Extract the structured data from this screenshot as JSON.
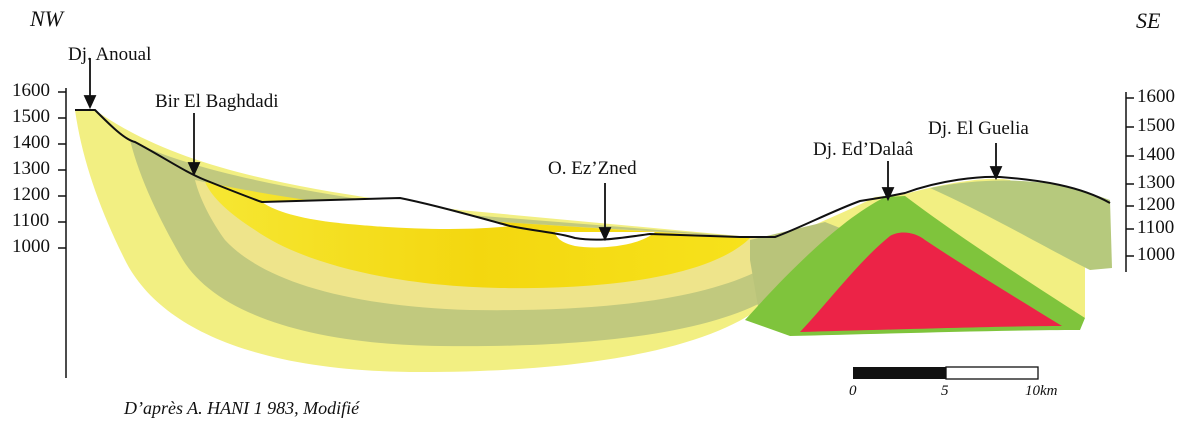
{
  "directions": {
    "left": "NW",
    "right": "SE"
  },
  "places": {
    "anoual": "Dj. Anoual",
    "baghdadi": "Bir El Baghdadi",
    "zned": "O. Ez’Zned",
    "dalaa": "Dj. Ed’Dalaâ",
    "guelia": "Dj. El Guelia"
  },
  "elevation_ticks": [
    "1600",
    "1500",
    "1400",
    "1300",
    "1200",
    "1100",
    "1000"
  ],
  "scale_bar": {
    "labels": [
      "0",
      "5",
      "10km"
    ]
  },
  "credit": "D’après A. HANI 1 983, Modifié",
  "colors": {
    "pale_yellow": "#f3f07a",
    "bright_yellow": "#f5e21a",
    "olive_green": "#b9c47a",
    "green": "#7cc43a",
    "red": "#ec2347",
    "white_infill": "#ffffff"
  }
}
